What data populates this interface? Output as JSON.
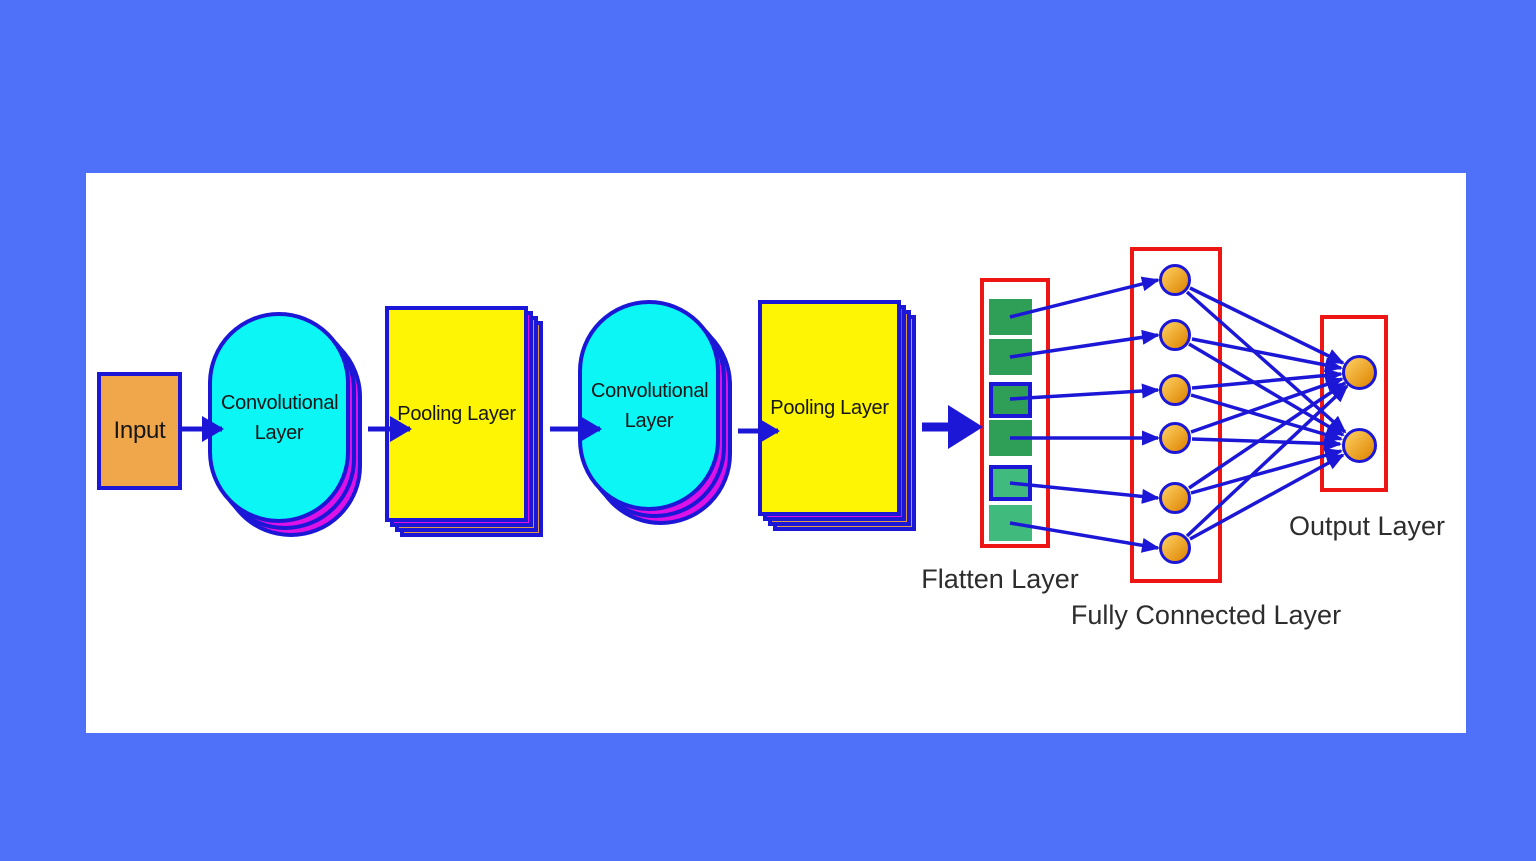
{
  "palette": {
    "bg": "#4f70f8",
    "surface": "#ffffff",
    "blue": "#1c17d6",
    "cyan": "#0cf6f6",
    "yellow": "#fdf503",
    "orange-fill": "#f0a64a",
    "magenta": "#dc12e6",
    "tan": "#dd9a4b",
    "red": "#ee1515",
    "green-dark": "#2f9e57",
    "green-light": "#41bb7d",
    "neuron-light": "#f9c554",
    "neuron-dark": "#e28e0e",
    "text-dark": "#161616",
    "label": "#2d2d2d"
  },
  "nodes": {
    "input": {
      "label": "Input"
    },
    "conv1": {
      "label": "Convolutional Layer"
    },
    "pool1": {
      "label": "Pooling Layer"
    },
    "conv2": {
      "label": "Convolutional Layer"
    },
    "pool2": {
      "label": "Pooling Layer"
    }
  },
  "flatten": {
    "label": "Flatten Layer",
    "cells": [
      {
        "tone": "dark",
        "outlined": false
      },
      {
        "tone": "dark",
        "outlined": false
      },
      {
        "tone": "dark",
        "outlined": true
      },
      {
        "tone": "dark",
        "outlined": false
      },
      {
        "tone": "light",
        "outlined": true
      },
      {
        "tone": "light",
        "outlined": false
      }
    ]
  },
  "fully_connected": {
    "label": "Fully Connected Layer",
    "neurons": 6
  },
  "output": {
    "label": "Output Layer",
    "neurons": 2
  }
}
